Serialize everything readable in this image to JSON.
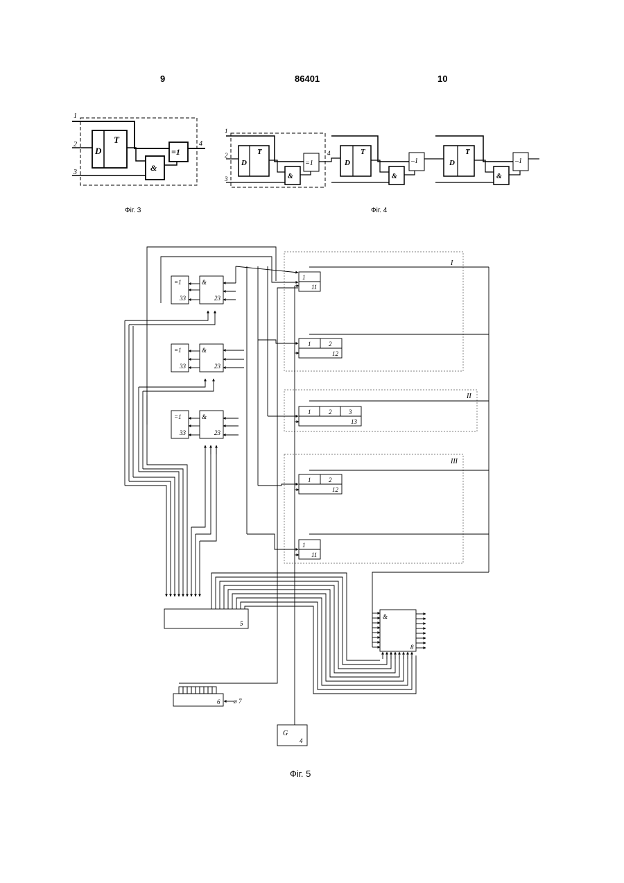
{
  "header": {
    "page_left": "9",
    "patent_number": "86401",
    "page_right": "10"
  },
  "captions": {
    "fig3": "Фіг. 3",
    "fig4": "Фіг. 4",
    "fig5": "Фіг. 5"
  },
  "fig3": {
    "ports": [
      "1",
      "2",
      "3",
      "4"
    ],
    "trigger_d": "D",
    "trigger_t": "T",
    "and_label": "&",
    "xor_label": "=1"
  },
  "fig4": {
    "ports": [
      "1",
      "2",
      "3",
      "4"
    ],
    "trigger_d": "D",
    "trigger_t": "T",
    "and_label": "&",
    "xor_label": "=1",
    "not_label": "–1"
  },
  "fig5": {
    "groups": [
      "I",
      "II",
      "III"
    ],
    "xor_label": "=1",
    "and_label": "&",
    "xor_num": "33",
    "and_num": "23",
    "registers": [
      {
        "cells": [
          "1"
        ],
        "num": "11"
      },
      {
        "cells": [
          "1",
          "2"
        ],
        "num": "12"
      },
      {
        "cells": [
          "1",
          "2",
          "3"
        ],
        "num": "13"
      },
      {
        "cells": [
          "1",
          "2"
        ],
        "num": "12"
      },
      {
        "cells": [
          "1"
        ],
        "num": "11"
      }
    ],
    "block5": "5",
    "block6": "6",
    "input7": "7",
    "input7_symbol": "ø",
    "block8_label": "&",
    "block8": "8",
    "gen_label": "G",
    "gen_num": "4"
  }
}
